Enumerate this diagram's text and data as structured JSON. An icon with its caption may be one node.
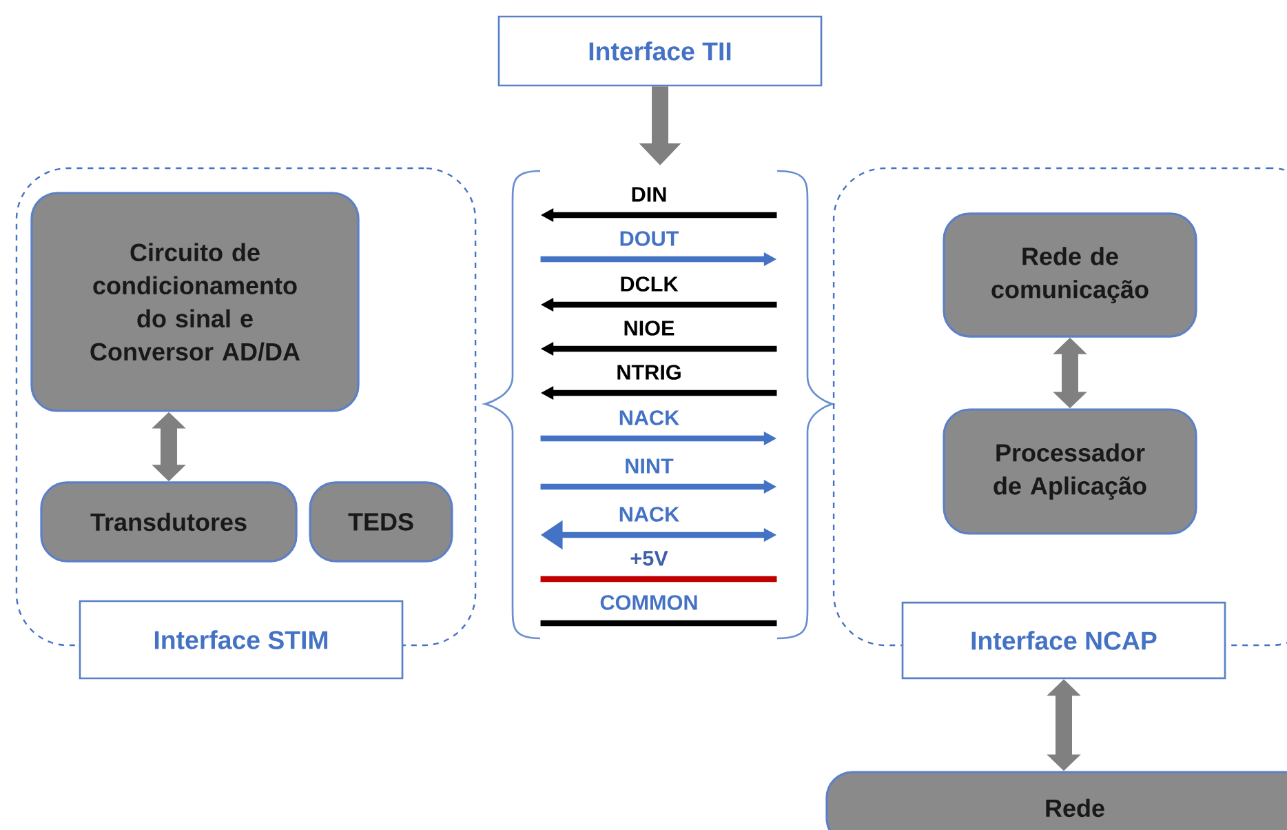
{
  "diagram": {
    "nodes": [
      {
        "text": [
          "Interface TII"
        ]
      },
      {
        "text": [],
        "shape": "brace"
      },
      {
        "text": [],
        "shape": "brace"
      },
      {
        "text": [],
        "shape": "box"
      },
      {
        "text": [
          "Circuito de condicionamento do sinal e Conversor AD/DA"
        ],
        "in": 3
      },
      {
        "text": [
          "Transdutores"
        ],
        "in": 3
      },
      {
        "text": [
          "TEDS"
        ],
        "in": 3
      },
      {
        "text": [
          "Interface STIM"
        ]
      },
      {
        "text": [],
        "shape": "box"
      },
      {
        "text": [
          "Rede de comunicação"
        ],
        "in": 8
      },
      {
        "text": [
          "Processador de Aplicação"
        ],
        "in": 8
      },
      {
        "text": [
          "Interface NCAP"
        ]
      },
      {
        "text": [
          "Rede"
        ]
      }
    ],
    "edges": [
      {
        "from": 0,
        "to": null,
        "arrow": "to",
        "style": "thick",
        "color": "#808080"
      },
      {
        "from": 2,
        "to": 1,
        "arrow": "to",
        "label": "DIN",
        "color": "#000000"
      },
      {
        "from": 1,
        "to": 2,
        "arrow": "to",
        "label": "DOUT",
        "color": "#4472c4"
      },
      {
        "from": 2,
        "to": 1,
        "arrow": "to",
        "label": "DCLK",
        "color": "#000000"
      },
      {
        "from": 2,
        "to": 1,
        "arrow": "to",
        "label": "NIOE",
        "color": "#000000"
      },
      {
        "from": 2,
        "to": 1,
        "arrow": "to",
        "label": "NTRIG",
        "color": "#000000"
      },
      {
        "from": 1,
        "to": 2,
        "arrow": "to",
        "label": "NACK",
        "color": "#4472c4"
      },
      {
        "from": 1,
        "to": 2,
        "arrow": "to",
        "label": "NINT",
        "color": "#4472c4"
      },
      {
        "from": 1,
        "to": 2,
        "arrow": "both",
        "label": "NACK",
        "color": "#4472c4"
      },
      {
        "from": 1,
        "to": 2,
        "arrow": "none",
        "label": "+5V",
        "color": "#c00000"
      },
      {
        "from": 1,
        "to": 2,
        "arrow": "none",
        "label": "COMMON",
        "color": "#000000"
      },
      {
        "from": 4,
        "to": 5,
        "arrow": "both",
        "style": "thick",
        "color": "#808080"
      },
      {
        "from": 9,
        "to": 10,
        "arrow": "both",
        "style": "thick",
        "color": "#808080"
      },
      {
        "from": 11,
        "to": 12,
        "arrow": "both",
        "style": "thick",
        "color": "#808080"
      }
    ]
  }
}
